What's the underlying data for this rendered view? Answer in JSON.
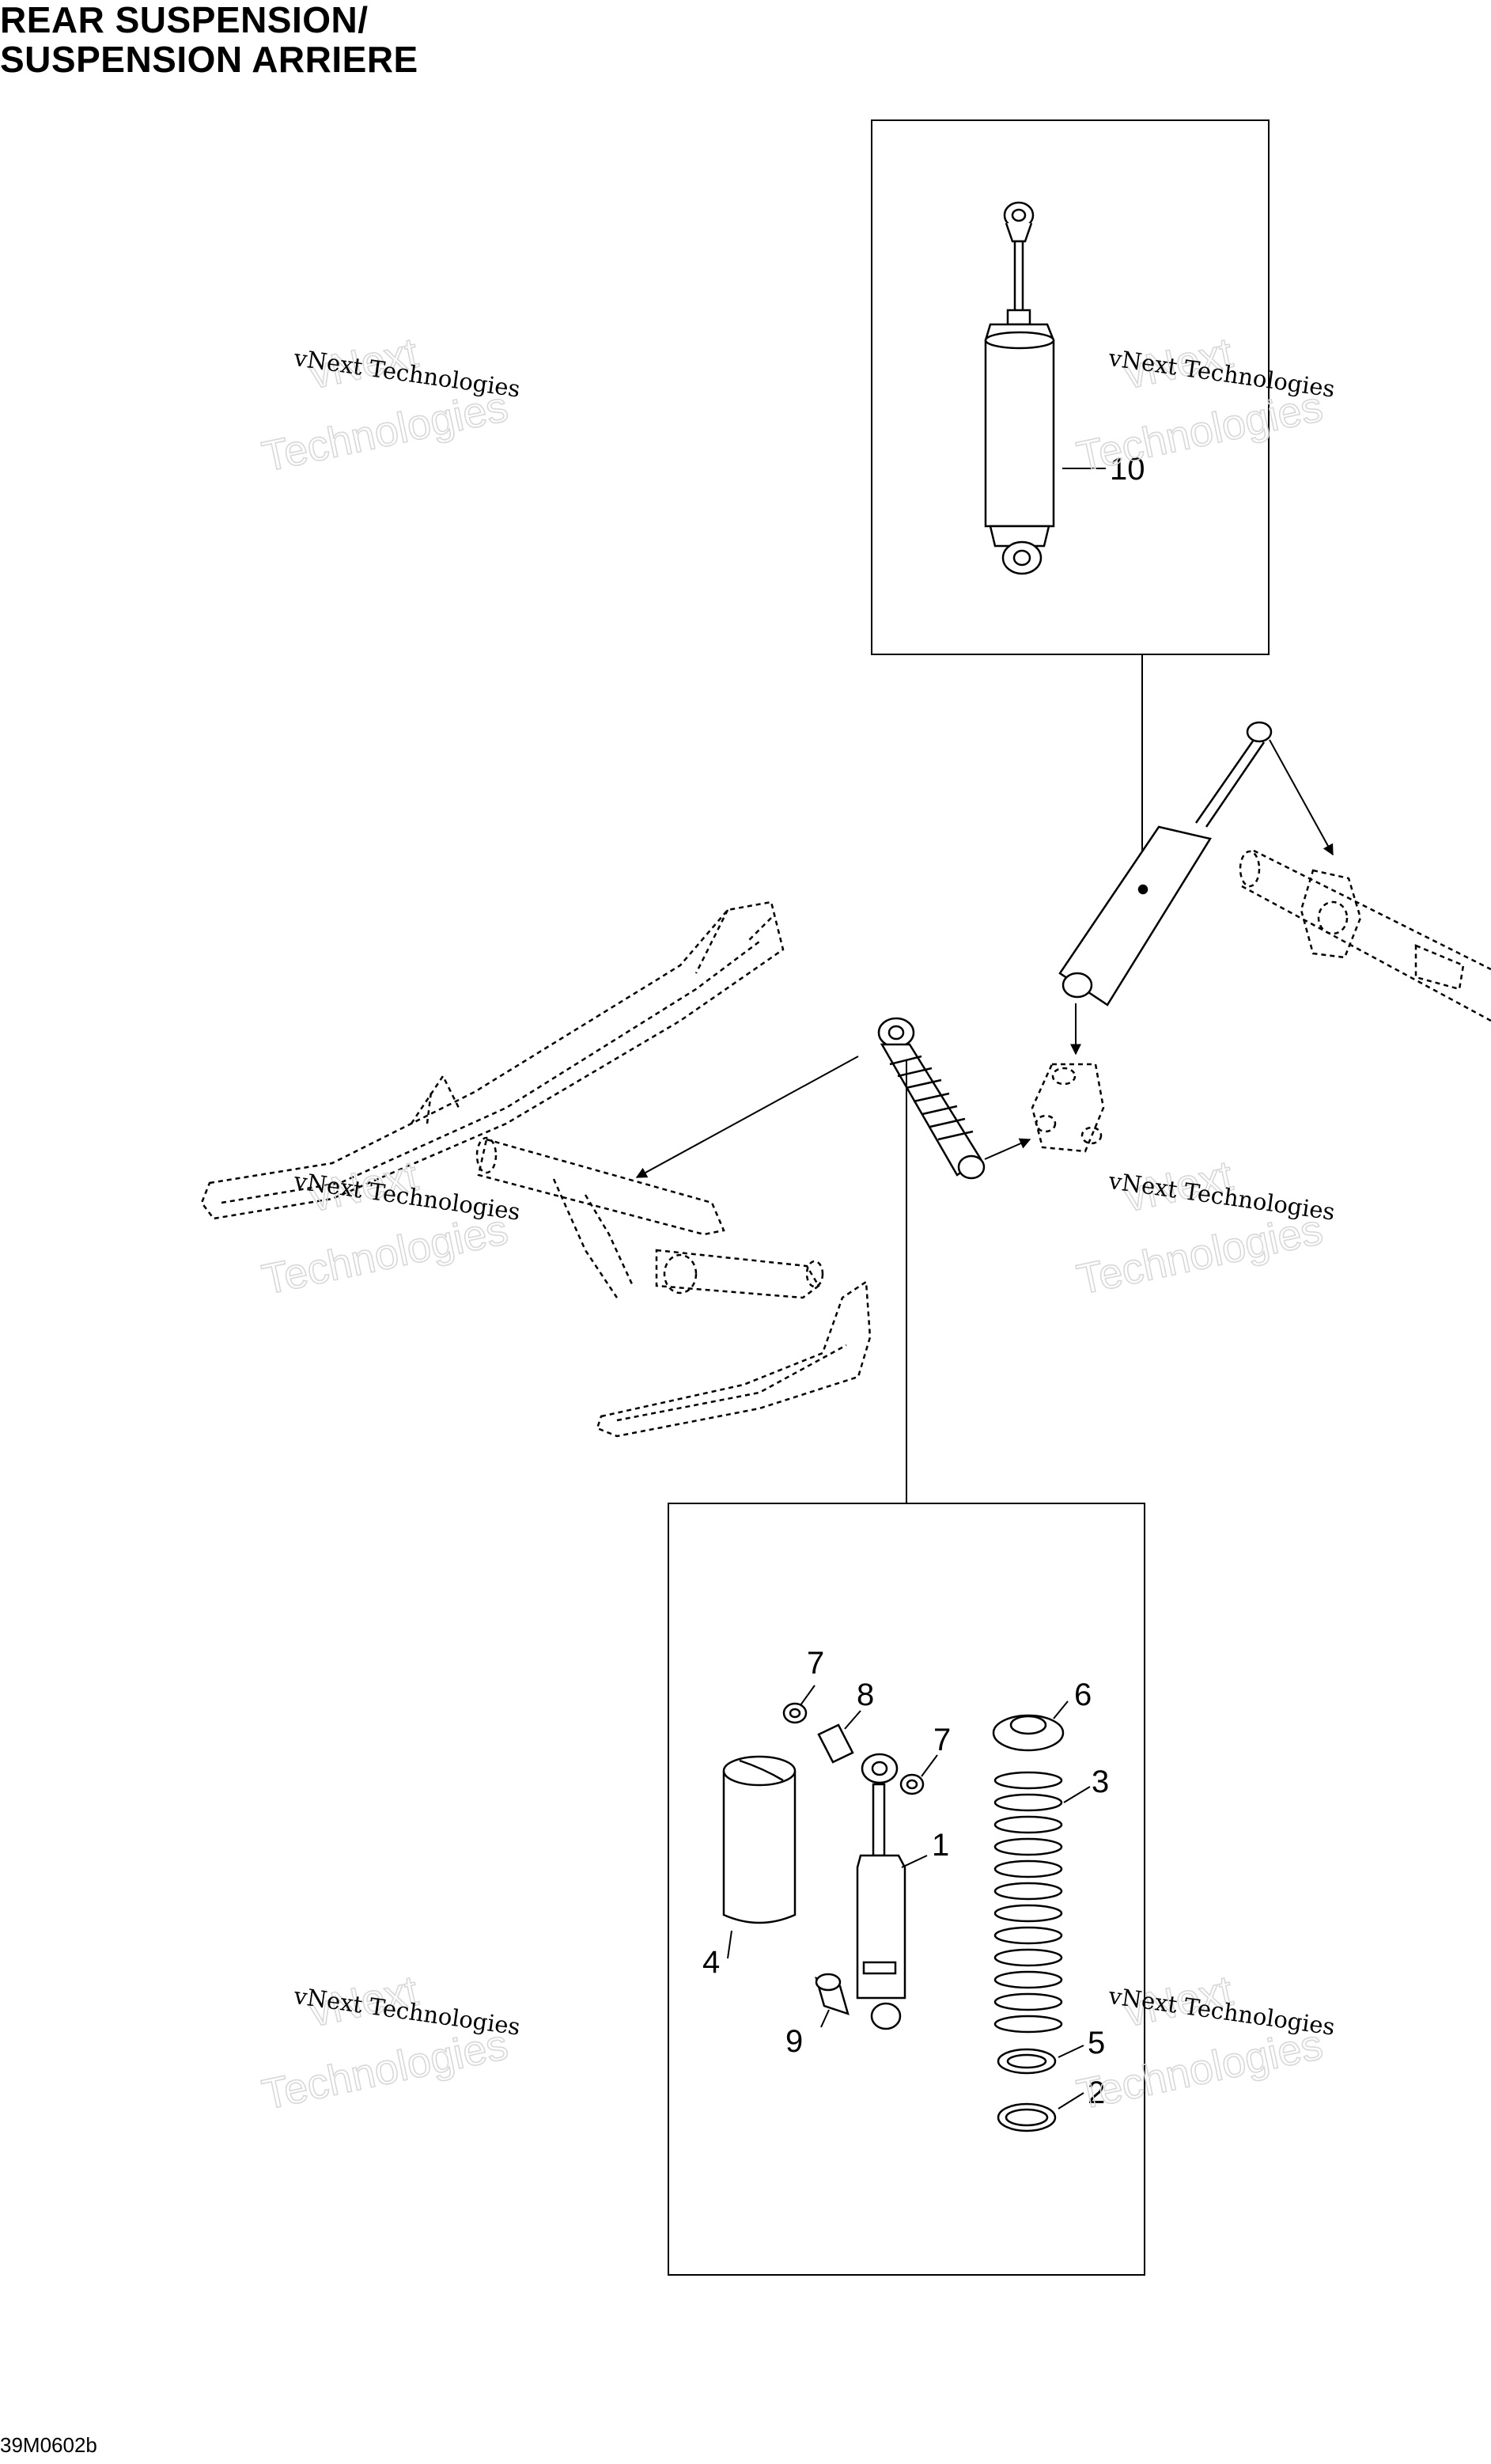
{
  "title": {
    "line1": "REAR SUSPENSION/",
    "line2": "SUSPENSION ARRIERE"
  },
  "drawing_code": "39M0602b",
  "watermark": {
    "line": "vNext Technologies",
    "ghost_line1": "vNext",
    "ghost_line2": "Technologies"
  },
  "callouts": {
    "c1": "1",
    "c2": "2",
    "c3": "3",
    "c4": "4",
    "c5": "5",
    "c6": "6",
    "c7a": "7",
    "c7b": "7",
    "c8": "8",
    "c9": "9",
    "c10": "10"
  },
  "colors": {
    "line": "#000000",
    "background": "#ffffff",
    "watermark_ghost": "#d8d8d8"
  }
}
